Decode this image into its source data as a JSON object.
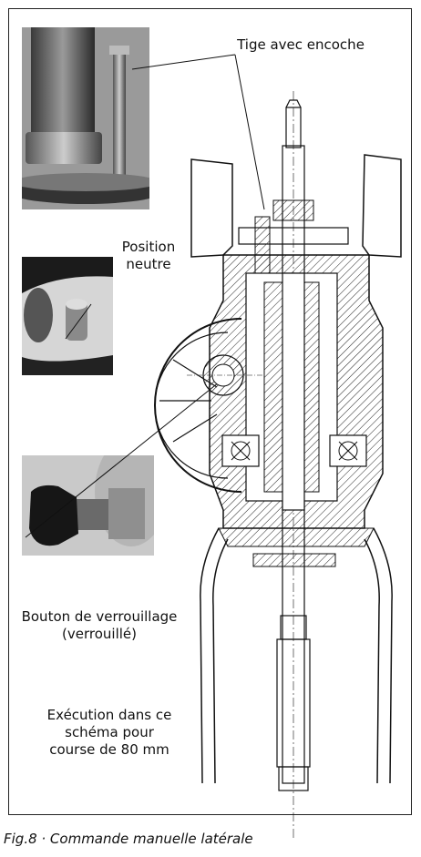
{
  "labels": {
    "rod_notch": "Tige avec encoche",
    "neutral_line1": "Position",
    "neutral_line2": "neutre",
    "lock_line1": "Bouton de verrouillage",
    "lock_line2": "(verrouillé)",
    "exec_line1": "Exécution dans ce",
    "exec_line2": "schéma pour",
    "exec_line3": "course de 80 mm"
  },
  "caption": "Fig.8 · Commande manuelle latérale"
}
